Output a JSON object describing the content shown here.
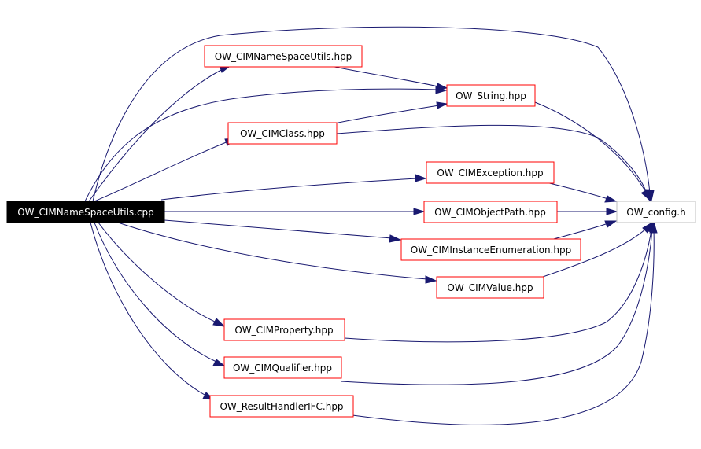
{
  "colors": {
    "edge": "#191970",
    "node_border": "#ff0000",
    "root_fill": "#000000",
    "root_text": "#ffffff",
    "leaf_border": "#bfbfbf",
    "text": "#000000"
  },
  "nodes": {
    "root": "OW_CIMNameSpaceUtils.cpp",
    "namespaceutils_hpp": "OW_CIMNameSpaceUtils.hpp",
    "string_hpp": "OW_String.hpp",
    "cimclass_hpp": "OW_CIMClass.hpp",
    "cimexception_hpp": "OW_CIMException.hpp",
    "config_h": "OW_config.h",
    "cimobjectpath_hpp": "OW_CIMObjectPath.hpp",
    "ciminstanceenum_hpp": "OW_CIMInstanceEnumeration.hpp",
    "cimvalue_hpp": "OW_CIMValue.hpp",
    "cimproperty_hpp": "OW_CIMProperty.hpp",
    "cimqualifier_hpp": "OW_CIMQualifier.hpp",
    "resulthandler_hpp": "OW_ResultHandlerIFC.hpp"
  }
}
